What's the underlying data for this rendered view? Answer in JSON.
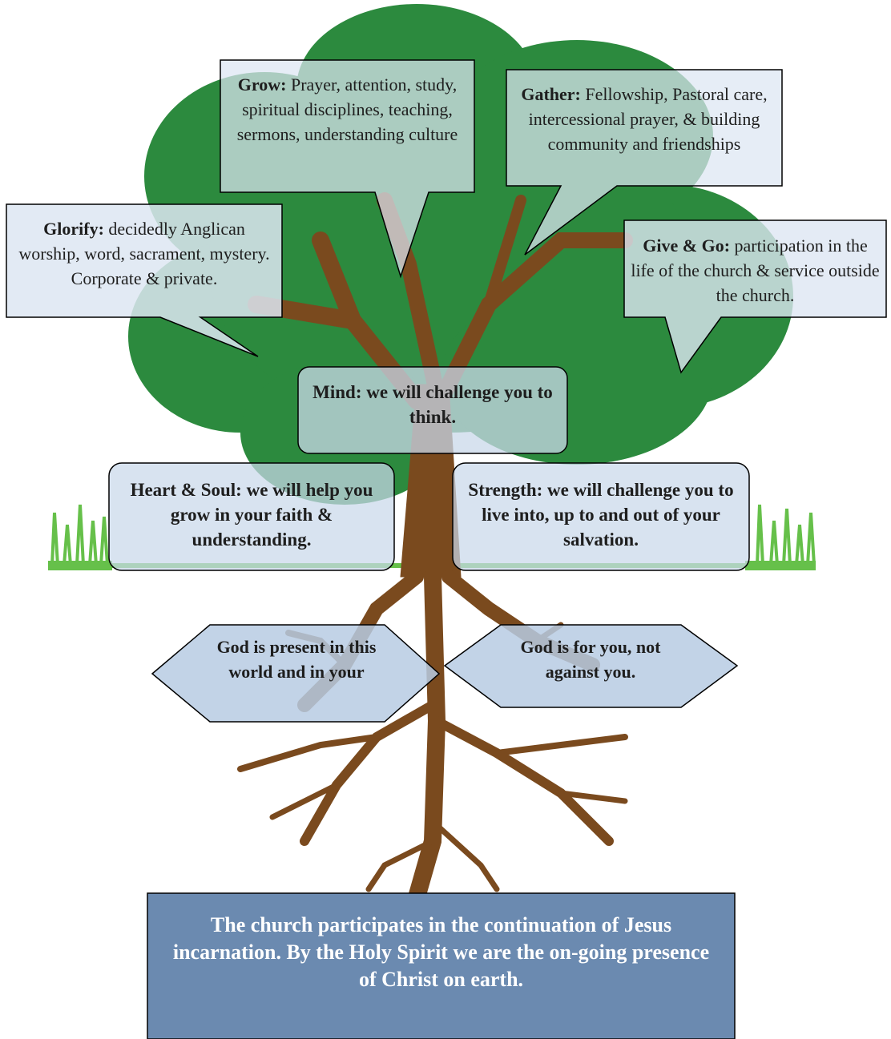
{
  "callouts": {
    "grow": {
      "title": "Grow:",
      "text": " Prayer, attention, study, spiritual disciplines, teaching, sermons, understanding culture"
    },
    "gather": {
      "title": "Gather:",
      "text": " Fellowship, Pastoral care, intercessional prayer, & building community and friendships"
    },
    "glorify": {
      "title": "Glorify:",
      "text": " decidedly Anglican worship, word, sacrament, mystery. Corporate & private."
    },
    "give_go": {
      "title": "Give & Go:",
      "text": " participation in the life of the church & service outside the church."
    }
  },
  "rounded_boxes": {
    "mind": "Mind: we will challenge you to think.",
    "heart_soul": "Heart & Soul: we will help you grow in your faith & understanding.",
    "strength": "Strength: we will challenge you to live into, up to and out of your salvation."
  },
  "hexagons": {
    "left": "God is present in this world and in your",
    "right": "God is for you, not against you."
  },
  "footer": "The church participates in the continuation of Jesus incarnation. By the Holy Spirit we are the on-going presence of Christ on earth.",
  "colors": {
    "canopy": "#2c8a3e",
    "trunk": "#7a4a1e",
    "grass": "#66c04a",
    "callout_fill": "#dde6f2",
    "box_fill": "#c9d8ea",
    "hex_fill": "#b7cbe3",
    "footer_fill": "#6b8ab0"
  }
}
